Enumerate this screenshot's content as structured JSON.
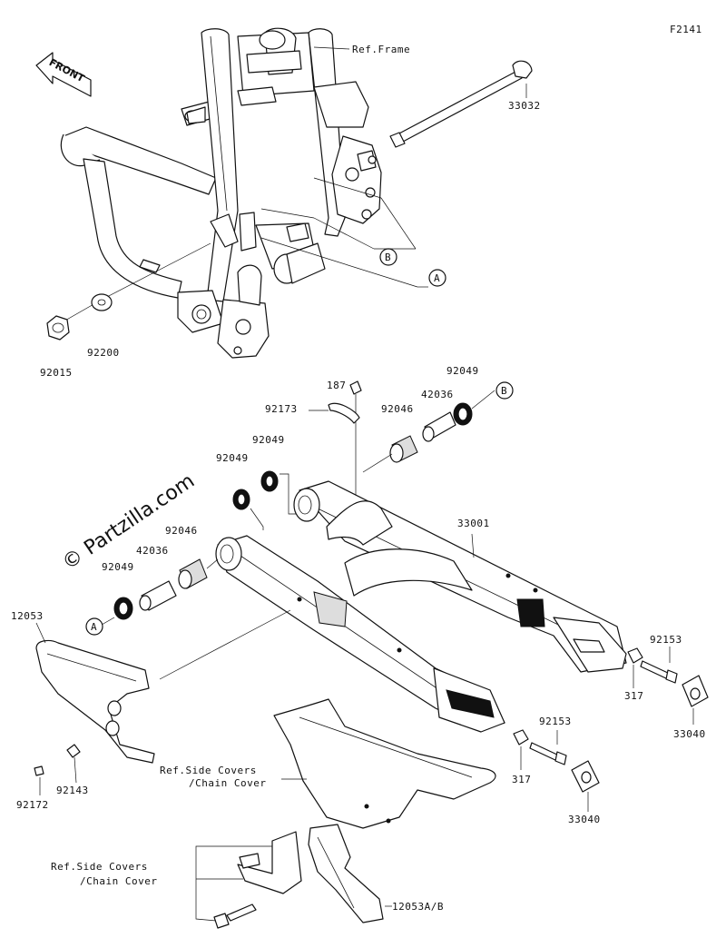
{
  "figure_code": "F2141",
  "watermark": "© Partzilla.com",
  "front_label": "FRONT",
  "callouts": {
    "a1": "A",
    "a2": "A",
    "b1": "B",
    "b2": "B"
  },
  "labels": {
    "ref_frame": "Ref.Frame",
    "p33032": "33032",
    "p92015": "92015",
    "p92200": "92200",
    "p187": "187",
    "p92173": "92173",
    "p92049_top": "92049",
    "p42036_top": "42036",
    "p92046_top": "92046",
    "p92049_mid1": "92049",
    "p92049_mid2": "92049",
    "p33001": "33001",
    "p92046_left": "92046",
    "p42036_left": "42036",
    "p92049_left": "92049",
    "p12053": "12053",
    "p92153_right": "92153",
    "p317_right": "317",
    "p33040_right": "33040",
    "p92153_mid": "92153",
    "p317_mid": "317",
    "p33040_mid": "33040",
    "p92143": "92143",
    "p92172": "92172",
    "ref_side_1a": "Ref.Side Covers",
    "ref_side_1b": "/Chain Cover",
    "ref_side_2a": "Ref.Side Covers",
    "ref_side_2b": "/Chain Cover",
    "p12053ab": "12053A/B"
  }
}
